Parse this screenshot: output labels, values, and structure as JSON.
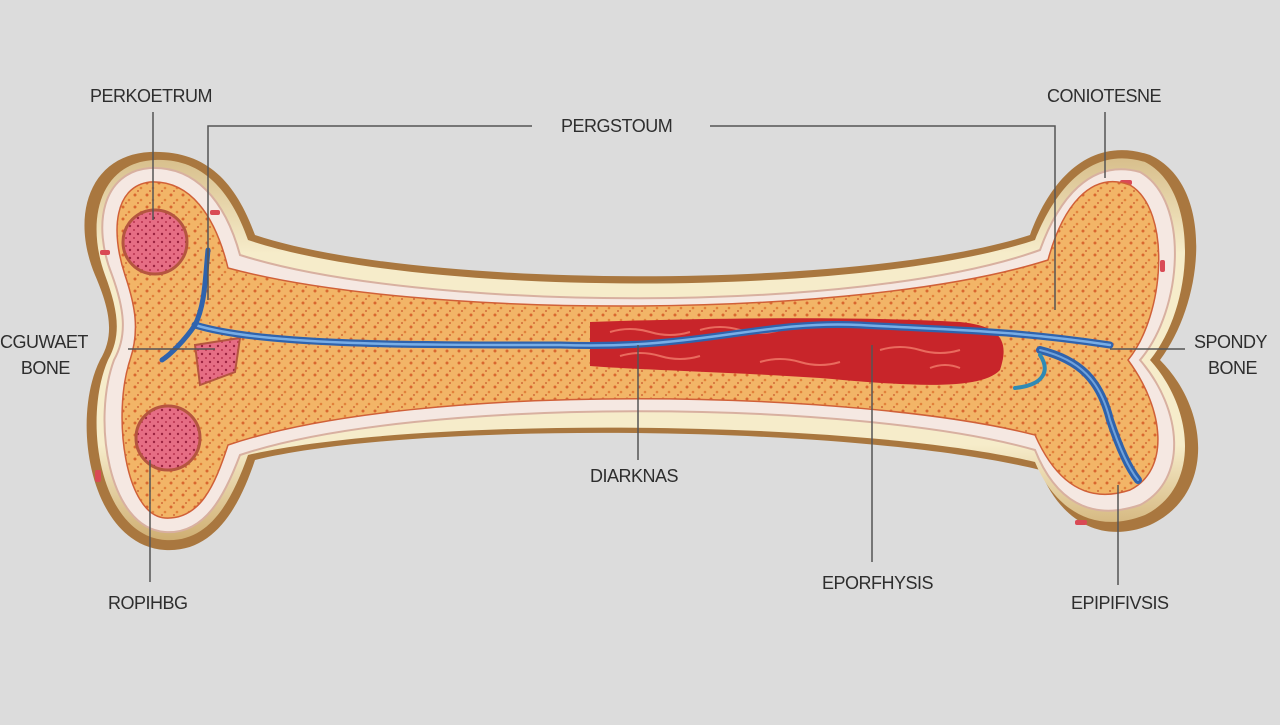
{
  "diagram": {
    "subject": "long bone cross-section",
    "background_color": "#dcdcdc",
    "colors": {
      "bone_outer": "#eadcb4",
      "bone_shadow": "#a9773f",
      "periosteum": "#f3e4e0",
      "spongy": "#f2b567",
      "marrow": "#c8252a",
      "vessel": "#3e78c2",
      "nucleus": "#e0607a",
      "leader_line": "#555555"
    },
    "labels": {
      "top_left": "PERKOETRUM",
      "top_center": "PERGSTOUM",
      "top_right": "CONIOTESNE",
      "left_line1": "CGUWAET",
      "left_line2": "BONE",
      "right_line1": "SPONDY",
      "right_line2": "BONE",
      "center_bottom": "DIARKNAS",
      "bottom_left": "ROPIHBG",
      "bottom_middle": "EPORFHYSIS",
      "bottom_right": "EPIPIFIVSIS"
    }
  }
}
